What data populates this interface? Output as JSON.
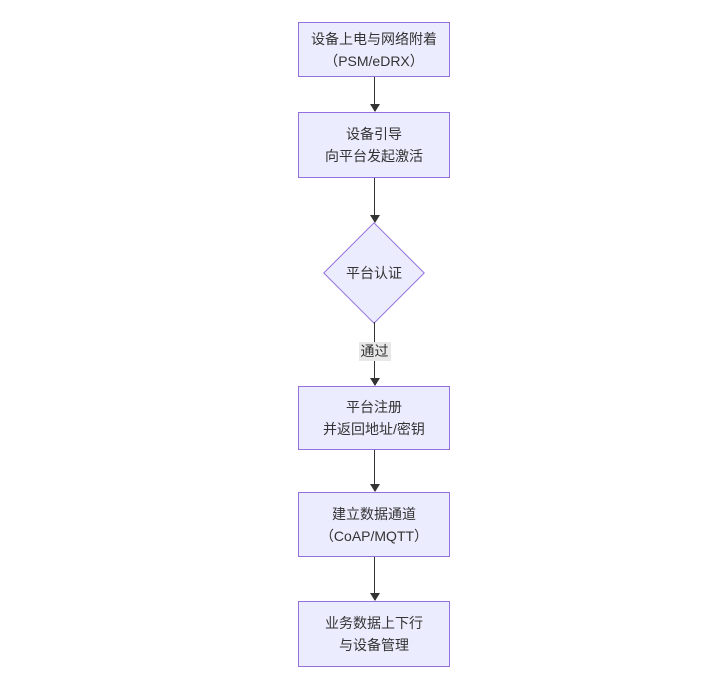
{
  "diagram": {
    "type": "flowchart",
    "direction": "top-down",
    "colors": {
      "background": "#ffffff",
      "node_fill": "#ECECFF",
      "node_border": "#9370DB",
      "edge_line": "#333333",
      "edge_label_background": "#e8e8e8",
      "text": "#333333"
    },
    "nodes": [
      {
        "id": "A",
        "shape": "rect",
        "lines": [
          "设备上电与网络附着",
          "（PSM/eDRX）"
        ]
      },
      {
        "id": "B",
        "shape": "rect",
        "lines": [
          "设备引导",
          "向平台发起激活"
        ]
      },
      {
        "id": "C",
        "shape": "diamond",
        "lines": [
          "平台认证"
        ]
      },
      {
        "id": "D",
        "shape": "rect",
        "lines": [
          "平台注册",
          "并返回地址/密钥"
        ]
      },
      {
        "id": "E",
        "shape": "rect",
        "lines": [
          "建立数据通道",
          "（CoAP/MQTT）"
        ]
      },
      {
        "id": "F",
        "shape": "rect",
        "lines": [
          "业务数据上下行",
          "与设备管理"
        ]
      }
    ],
    "edges": [
      {
        "from": "A",
        "to": "B",
        "label": ""
      },
      {
        "from": "B",
        "to": "C",
        "label": ""
      },
      {
        "from": "C",
        "to": "D",
        "label": "通过"
      },
      {
        "from": "D",
        "to": "E",
        "label": ""
      },
      {
        "from": "E",
        "to": "F",
        "label": ""
      }
    ]
  }
}
